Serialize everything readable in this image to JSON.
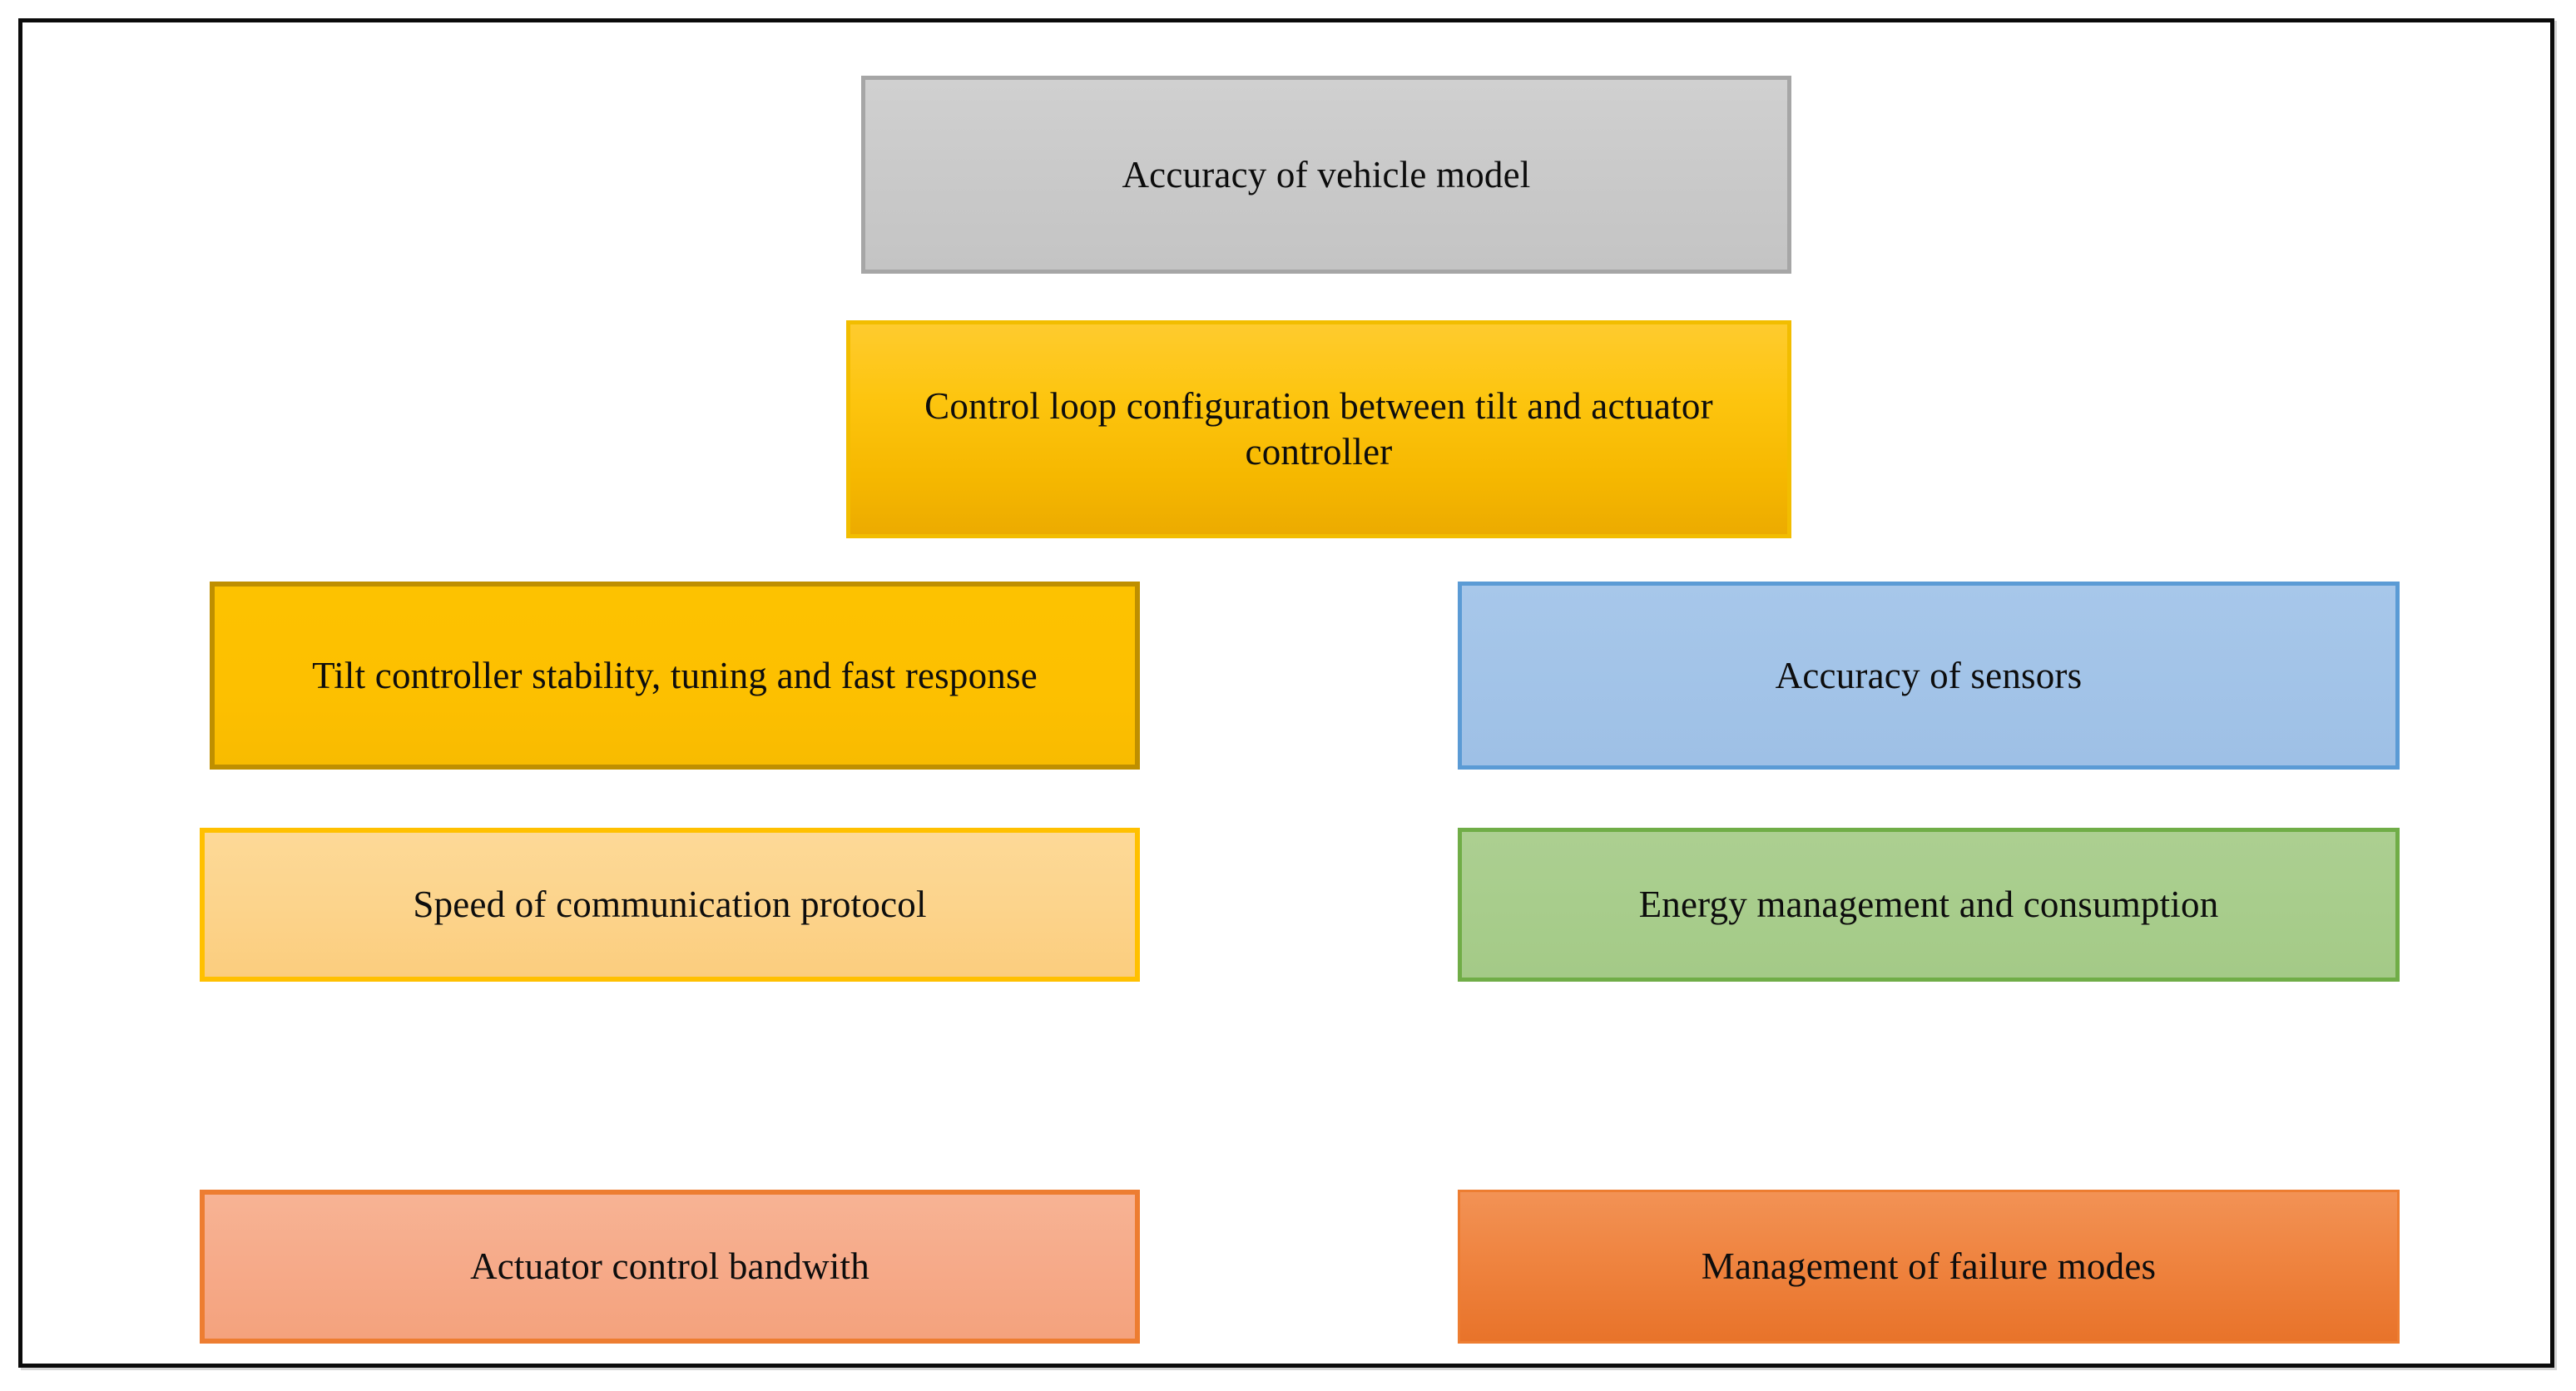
{
  "figure": {
    "type": "block-diagram",
    "frame": {
      "border_color": "#0b0b0b",
      "background": "#ffffff"
    },
    "blocks": [
      {
        "id": "accuracy-of-vehicle-model",
        "label": "Accuracy of vehicle model",
        "row": 1,
        "column": "center",
        "fill_color": "#c9c9c9",
        "border_color": "#a6a6a6"
      },
      {
        "id": "control-loop-configuration",
        "label": "Control loop configuration between tilt and actuator controller",
        "row": 2,
        "column": "center",
        "fill_color": "#fdc50f",
        "border_color": "#f2bd00"
      },
      {
        "id": "tilt-controller-stability",
        "label": "Tilt controller stability, tuning and fast response",
        "row": 3,
        "column": "left",
        "fill_color": "#fdc000",
        "border_color": "#bf8f00"
      },
      {
        "id": "accuracy-of-sensors",
        "label": "Accuracy of sensors",
        "row": 3,
        "column": "right",
        "fill_color": "#a3c4e8",
        "border_color": "#5b9bd5"
      },
      {
        "id": "speed-of-communication-protocol",
        "label": "Speed of communication protocol",
        "row": 4,
        "column": "left",
        "fill_color": "#fcd48c",
        "border_color": "#ffc000"
      },
      {
        "id": "energy-management-and-consumption",
        "label": "Energy management and consumption",
        "row": 4,
        "column": "right",
        "fill_color": "#a8cd8c",
        "border_color": "#70ad47"
      },
      {
        "id": "actuator-control-bandwith",
        "label": "Actuator control bandwith",
        "row": 5,
        "column": "left",
        "fill_color": "#f6aa89",
        "border_color": "#ed7d31"
      },
      {
        "id": "management-of-failure-modes",
        "label": "Management of failure modes",
        "row": 5,
        "column": "right",
        "fill_color": "#ef8440",
        "border_color": "#ed7d31"
      }
    ]
  }
}
